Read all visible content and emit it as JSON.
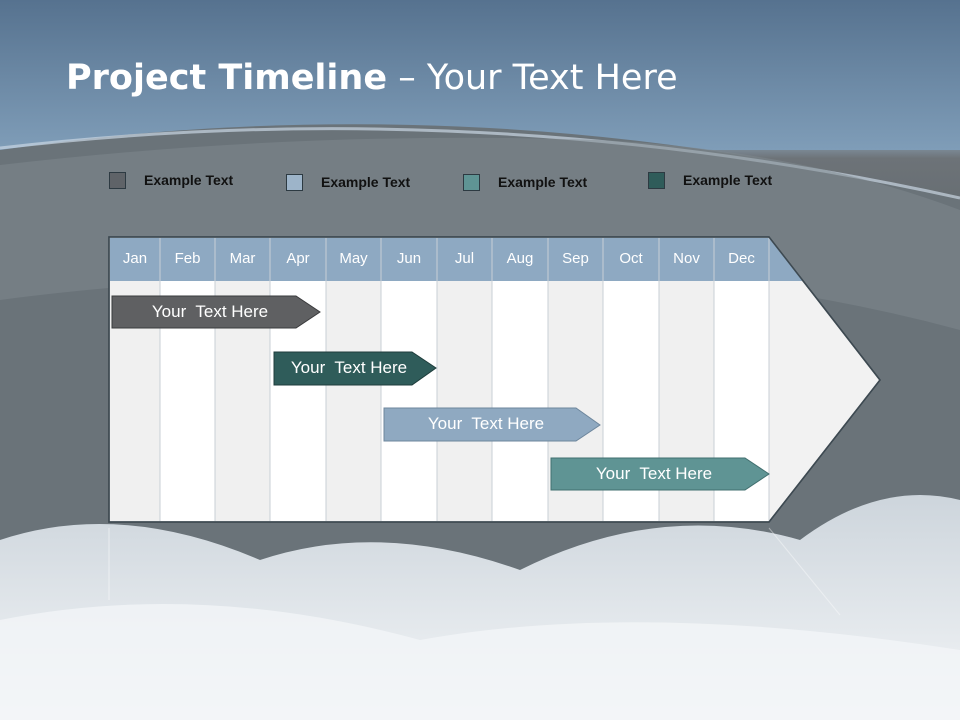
{
  "title": {
    "bold": "Project Timeline",
    "rest": " – Your Text Here"
  },
  "legend": [
    {
      "label": "Example Text",
      "color": "#5f6368"
    },
    {
      "label": "Example Text",
      "color": "#9db4c9"
    },
    {
      "label": "Example Text",
      "color": "#5f9494"
    },
    {
      "label": "Example Text",
      "color": "#2f5c5a"
    }
  ],
  "months": [
    "Jan",
    "Feb",
    "Mar",
    "Apr",
    "May",
    "Jun",
    "Jul",
    "Aug",
    "Sep",
    "Oct",
    "Nov",
    "Dec"
  ],
  "bars": [
    {
      "label": "Your  Text Here",
      "color": "#5f6062"
    },
    {
      "label": "Your  Text Here",
      "color": "#2f5c5a"
    },
    {
      "label": "Your  Text Here",
      "color": "#8fa9c1"
    },
    {
      "label": "Your  Text Here",
      "color": "#5f9494"
    }
  ],
  "colors": {
    "header": "#8ea9c2",
    "column_light": "#f0f0f0",
    "column_white": "#ffffff",
    "arrow_outline": "#3e4a52"
  }
}
